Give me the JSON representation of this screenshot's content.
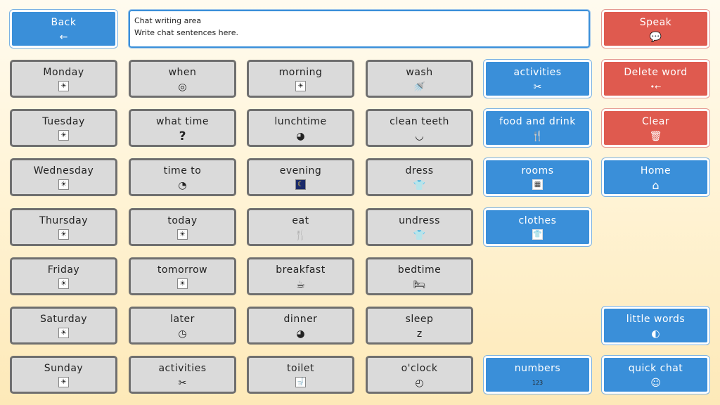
{
  "chat": {
    "title": "Chat writing area",
    "placeholder": "Write chat sentences here."
  },
  "back": {
    "label": "Back",
    "icon": "←"
  },
  "speak": {
    "label": "Speak",
    "icon": "💬"
  },
  "colors": {
    "gray": "#dadada",
    "blue": "#3a8fd9",
    "red": "#df5a4f"
  },
  "grid": {
    "days": [
      {
        "label": "Monday",
        "icon": "☀"
      },
      {
        "label": "Tuesday",
        "icon": "☀"
      },
      {
        "label": "Wednesday",
        "icon": "☀"
      },
      {
        "label": "Thursday",
        "icon": "☀"
      },
      {
        "label": "Friday",
        "icon": "☀"
      },
      {
        "label": "Saturday",
        "icon": "☀"
      },
      {
        "label": "Sunday",
        "icon": "☀"
      }
    ],
    "time_words": [
      {
        "label": "when",
        "icon": "◎"
      },
      {
        "label": "what time",
        "icon": "?"
      },
      {
        "label": "time to",
        "icon": "◔"
      },
      {
        "label": "today",
        "icon": "☀"
      },
      {
        "label": "tomorrow",
        "icon": "☀"
      },
      {
        "label": "later",
        "icon": "◷"
      },
      {
        "label": "activities",
        "icon": "✂"
      }
    ],
    "times_of_day": [
      {
        "label": "morning",
        "icon": "☀"
      },
      {
        "label": "lunchtime",
        "icon": "◕"
      },
      {
        "label": "evening",
        "icon": "☾"
      },
      {
        "label": "eat",
        "icon": "🍴"
      },
      {
        "label": "breakfast",
        "icon": "☕"
      },
      {
        "label": "dinner",
        "icon": "◕"
      },
      {
        "label": "toilet",
        "icon": "🚽"
      }
    ],
    "routines": [
      {
        "label": "wash",
        "icon": "🚿"
      },
      {
        "label": "clean teeth",
        "icon": "◡"
      },
      {
        "label": "dress",
        "icon": "👕"
      },
      {
        "label": "undress",
        "icon": "👕"
      },
      {
        "label": "bedtime",
        "icon": "🛏"
      },
      {
        "label": "sleep",
        "icon": "z"
      },
      {
        "label": "o'clock",
        "icon": "◴"
      }
    ],
    "categories": [
      {
        "label": "activities",
        "icon": "✂"
      },
      {
        "label": "food and drink",
        "icon": "🍴"
      },
      {
        "label": "rooms",
        "icon": "▦"
      },
      {
        "label": "clothes",
        "icon": "👕"
      }
    ],
    "numbers": {
      "label": "numbers",
      "icon": "123"
    },
    "actions": [
      {
        "label": "Delete word",
        "icon": "•←"
      },
      {
        "label": "Clear",
        "icon": "🗑"
      },
      {
        "label": "Home",
        "icon": "⌂"
      }
    ],
    "little_words": {
      "label": "little words",
      "icon": "◐"
    },
    "quick_chat": {
      "label": "quick chat",
      "icon": "☺"
    }
  }
}
